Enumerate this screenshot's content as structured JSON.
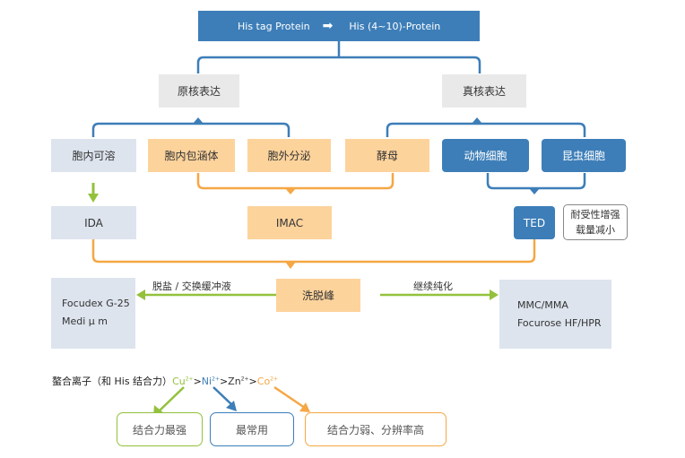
{
  "top": {
    "left_text": "His tag  Protein",
    "right_text": "His (4~10)-Protein"
  },
  "expression": {
    "prokaryotic": "原核表达",
    "eukaryotic": "真核表达"
  },
  "systems": {
    "cytoplasm_soluble": "胞内可溶",
    "inclusion_body": "胞内包涵体",
    "secretion": "胞外分泌",
    "yeast": "酵母",
    "animal_cell": "动物细胞",
    "insect_cell": "昆虫细胞"
  },
  "resins": {
    "ida": "IDA",
    "imac": "IMAC",
    "ted": "TED"
  },
  "ted_note": {
    "line1": "耐受性增强",
    "line2": "载量减小"
  },
  "elution": {
    "peak": "洗脱峰",
    "left_label": "脱盐 / 交换缓冲液",
    "right_label": "继续纯化"
  },
  "left_products": {
    "line1": "Focudex G-25",
    "line2": "Medi μ m"
  },
  "right_products": {
    "line1": "MMC/MMA",
    "line2": "Focurose HF/HPR"
  },
  "chelate": {
    "prefix": "螯合离子（和 His 结合力）",
    "cu": "Cu",
    "cu_sup": "2+",
    "sep1": ">",
    "ni": "Ni",
    "ni_sup": "2+",
    "sep2": ">",
    "zn": "Zn",
    "zn_sup": "2+",
    "sep3": ">",
    "co": "Co",
    "co_sup": "2+"
  },
  "ion_notes": {
    "strongest": "结合力最强",
    "most_used": "最常用",
    "weak_high_res": "结合力弱、分辨率高"
  },
  "colors": {
    "blue": "#3d7eb8",
    "orange": "#f5a745",
    "green": "#93c13c",
    "orange_fill": "#fdd39c",
    "light_blue_fill": "#dde4ee",
    "gray_fill": "#e9e9ea"
  }
}
